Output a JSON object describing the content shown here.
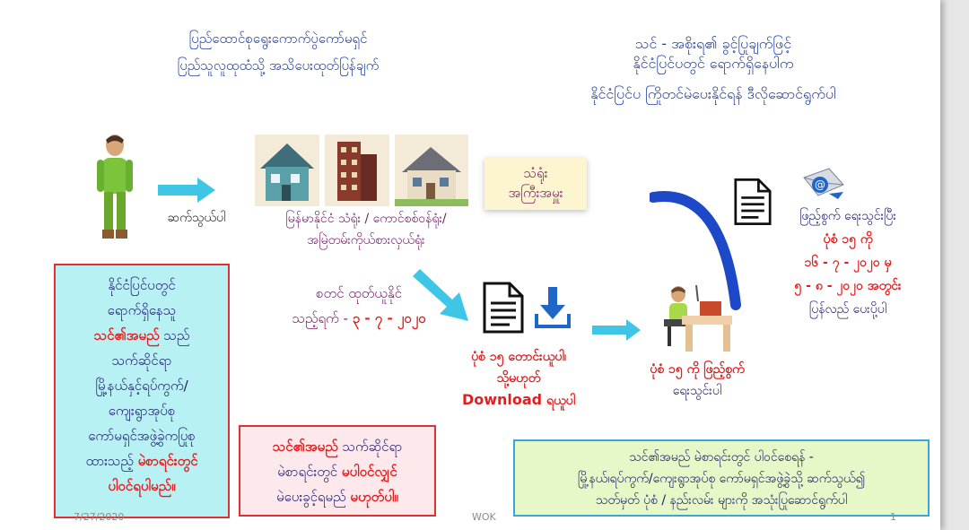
{
  "top_left": {
    "line1": "ပြည်ထောင်စုရွေးကောက်ပွဲကော်မရှင်",
    "line2": "ပြည်သူလူထုထံသို့ အသိပေးထုတ်ပြန်ချက်"
  },
  "top_right": {
    "line1": "သင် - အစိုးရ၏ ခွင့်ပြုချက်ဖြင့်",
    "line2": "နိုင်ငံပြင်ပတွင် ရောက်ရှိနေပါက",
    "line3": "နိုင်ငံပြင်ပ ကြိုတင်မဲပေးနိုင်ရန် ဒီလိုဆောင်ရွက်ပါ"
  },
  "step_contact": "ဆက်သွယ်ပါ",
  "embassy_caption": {
    "line1": "မြန်မာနိုင်ငံ သံရုံး / ကောင်စစ်ဝန်ရုံး/",
    "line2": "အမြဲတမ်းကိုယ်စားလှယ်ရုံး"
  },
  "embassy_box": {
    "line1": "သံရုံး",
    "line2": "အကြီးအမှူး"
  },
  "date_caption": {
    "line1": "စတင် ထုတ်ယူနိုင်",
    "line2_prefix": "သည့်ရက် - ",
    "line2_date": "၃ - ၇ - ၂၀၂၀"
  },
  "form_caption": {
    "line1": "ပုံစံ ၁၅ တောင်းယူပါ၊",
    "line2": "သို့မဟုတ်",
    "line3_download": "Download",
    "line3_rest": " ရယူပါ"
  },
  "fill_caption": {
    "line1": "ပုံစံ ၁၅ ကို ဖြည့်စွက်",
    "line2": "ရေးသွင်းပါ"
  },
  "right_caption": {
    "line1": "ဖြည့်စွက် ရေးသွင်းပြီး",
    "line2": "ပုံစံ ၁၅ ကို",
    "line3": "၁၆ - ၇ - ၂၀၂၀ မှ",
    "line4": "၅ - ၈ - ၂၀၂၀ အတွင်း",
    "line5": "ပြန်လည် ပေးပို့ပါ"
  },
  "cyan_box": {
    "l1": "နိုင်ငံပြင်ပတွင်",
    "l2": "ရောက်ရှိနေသူ",
    "l3_red": "သင်၏အမည်",
    "l3_rest": " သည်",
    "l4": "သက်ဆိုင်ရာ",
    "l5": "မြို့နယ်နှင့်ရပ်ကွက်/",
    "l6": "ကျေးရွာအုပ်စု",
    "l7": "ကော်မရှင်အဖွဲ့ခွဲကပြုစု",
    "l8_prefix": "ထားသည့် ",
    "l8_red": "မဲစာရင်းတွင်",
    "l9_red": "ပါဝင်ရပါမည်။"
  },
  "pink_box": {
    "l1_red": "သင်၏အမည်",
    "l1_rest": " သက်ဆိုင်ရာ",
    "l2_prefix": "မဲစာရင်းတွင် ",
    "l2_red": "မပါဝင်လျှင်",
    "l3_prefix": "မဲပေးခွင့်ရမည် ",
    "l3_red": "မဟုတ်ပါ။"
  },
  "green_box": {
    "l1": "သင်၏အမည် မဲစာရင်းတွင် ပါဝင်စေရန် -",
    "l2": "မြို့နယ်၊ရပ်ကွက်/ကျေးရွာအုပ်စု ကော်မရှင်အဖွဲ့ခွဲသို့ ဆက်သွယ်၍",
    "l3": "သတ်မှတ် ပုံစံ / နည်းလမ်း များကို အသုံးပြုဆောင်ရွက်ပါ"
  },
  "footer": {
    "date": "7/27/2020",
    "center": "WOK",
    "page": "1"
  },
  "colors": {
    "arrow": "#3fc6e6",
    "arc": "#1d49c8",
    "text_blue": "#1f3fa8",
    "text_purple": "#7a1a6f",
    "red": "#e02020"
  }
}
